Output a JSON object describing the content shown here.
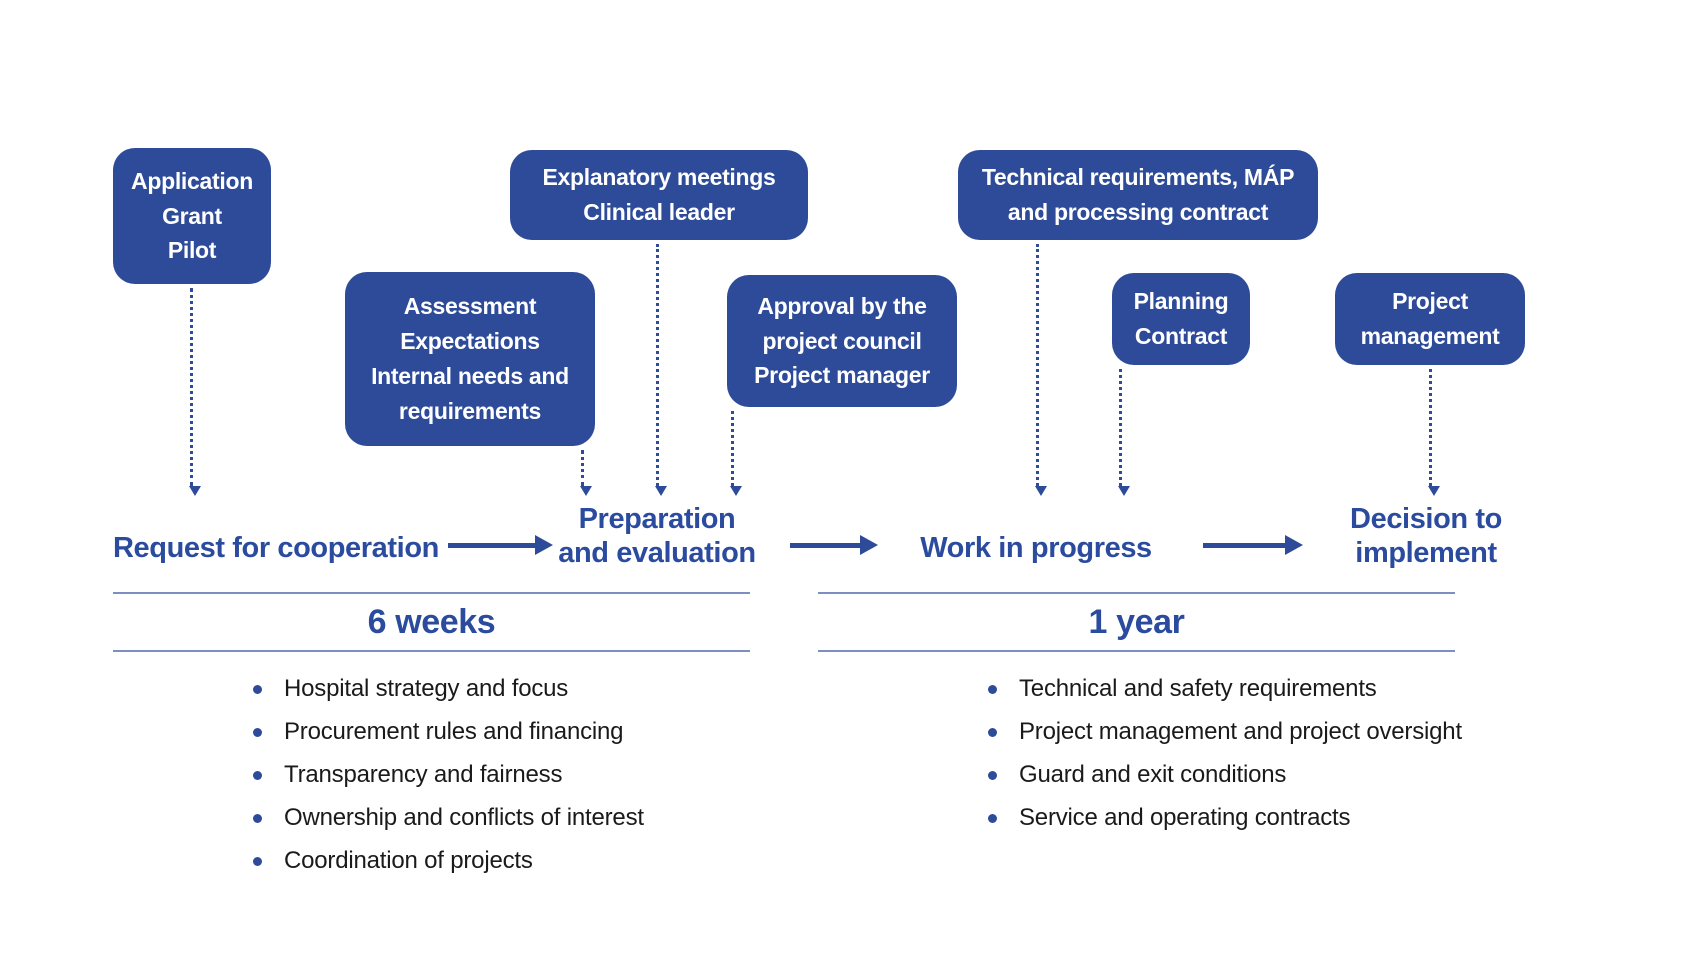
{
  "colors": {
    "box_fill": "#2e4b99",
    "accent_text": "#2a4b9e",
    "rule_line": "#7d8fc0",
    "body_text": "#1a1a1a"
  },
  "boxes": {
    "application": {
      "text": "Application\nGrant\nPilot"
    },
    "explanatory": {
      "text": "Explanatory meetings\nClinical leader"
    },
    "technical": {
      "text": "Technical requirements, MÁP\nand processing contract"
    },
    "assessment": {
      "text": "Assessment\nExpectations\nInternal needs and\nrequirements"
    },
    "approval": {
      "text": "Approval by the\nproject council\nProject manager"
    },
    "planning": {
      "text": "Planning\nContract"
    },
    "project_management": {
      "text": "Project\nmanagement"
    }
  },
  "phases": {
    "request": {
      "label": "Request for cooperation"
    },
    "preparation": {
      "label": "Preparation\nand evaluation"
    },
    "work": {
      "label": "Work in progress"
    },
    "decision": {
      "label": "Decision to\nimplement"
    }
  },
  "durations": {
    "first": {
      "label": "6 weeks",
      "bullets": [
        "Hospital strategy and focus",
        "Procurement rules and financing",
        "Transparency and fairness",
        "Ownership and conflicts of interest",
        "Coordination of projects"
      ]
    },
    "second": {
      "label": "1 year",
      "bullets": [
        "Technical and safety requirements",
        "Project management and project oversight",
        "Guard and exit conditions",
        "Service and operating contracts"
      ]
    }
  }
}
